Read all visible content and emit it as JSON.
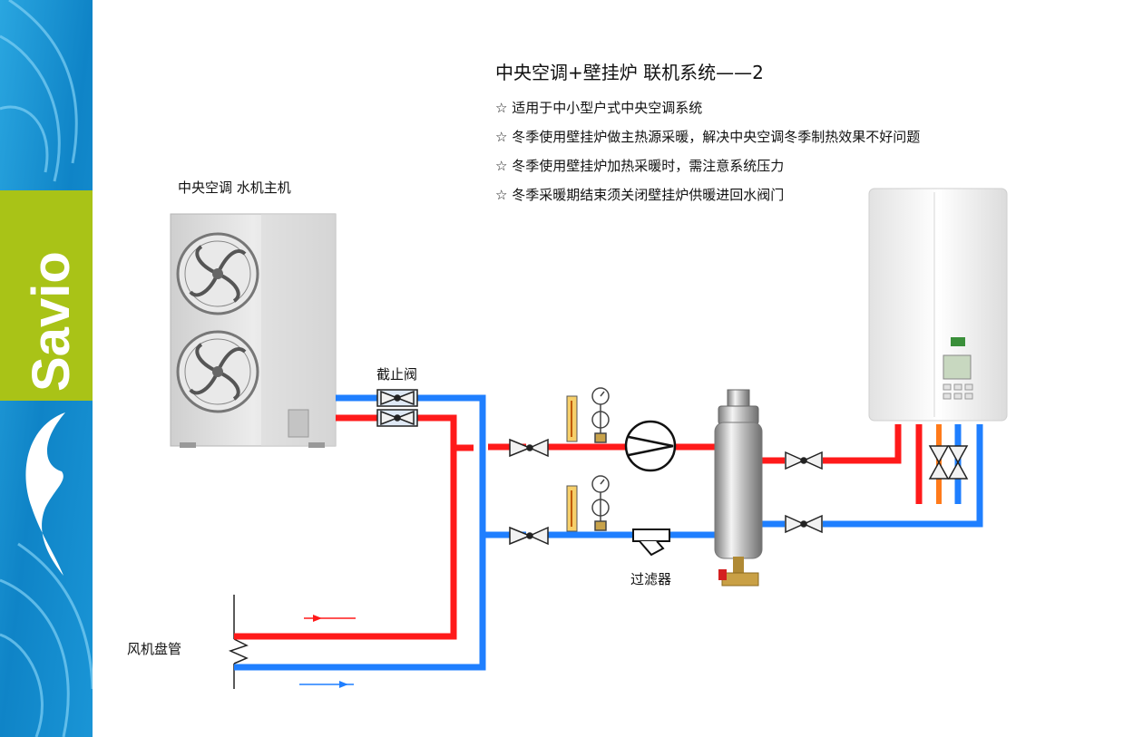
{
  "brand": {
    "name": "Savio"
  },
  "title": "中央空调+壁挂炉 联机系统——2",
  "bullets": [
    "☆ 适用于中小型户式中央空调系统",
    "☆ 冬季使用壁挂炉做主热源采暖，解决中央空调冬季制热效果不好问题",
    "☆ 冬季使用壁挂炉加热采暖时，需注意系统压力",
    "☆ 冬季采暖期结束须关闭壁挂炉供暖进回水阀门"
  ],
  "labels": {
    "chiller": "中央空调 水机主机",
    "stop_valve": "截止阀",
    "filter": "过滤器",
    "fan_coil": "风机盘管"
  },
  "colors": {
    "sidebar_blue": "#1a8fd0",
    "sidebar_green": "#a9c317",
    "supply_red": "#ff1a1a",
    "return_blue": "#1f7fff",
    "orange_pipe": "#ff7a1a"
  }
}
